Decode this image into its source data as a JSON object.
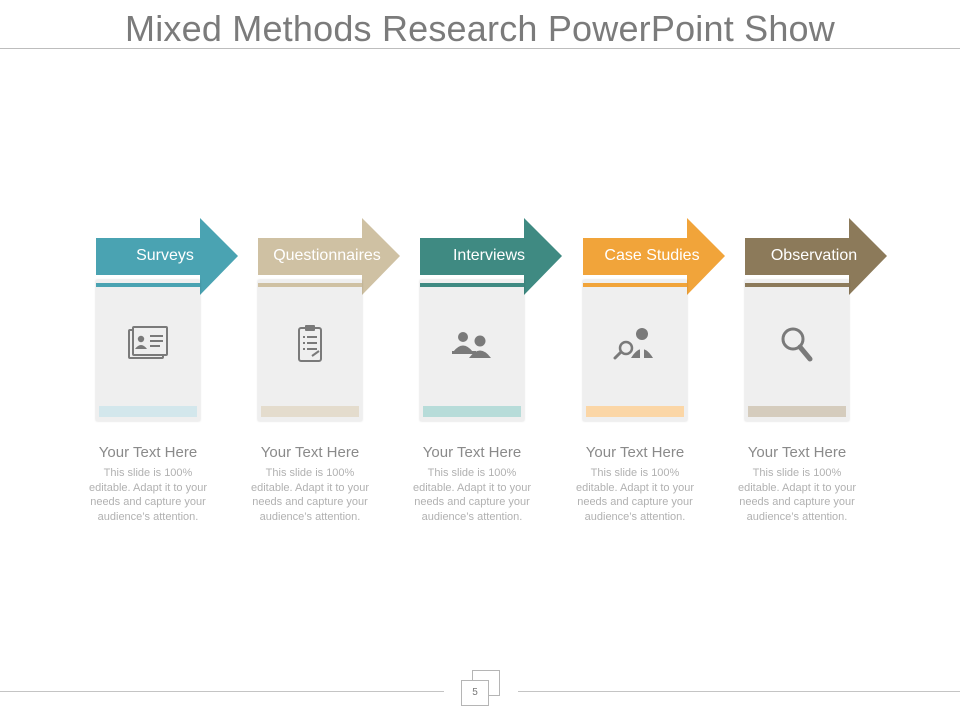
{
  "slide": {
    "title": "Mixed Methods Research PowerPoint Show",
    "page_number": "5"
  },
  "steps": [
    {
      "label": "Surveys",
      "icon": "id-card-icon",
      "color": "#4aa3b2",
      "stripe": "#4aa3b2",
      "footer": "#d3e7ec",
      "heading": "Your Text Here",
      "body": "This slide is 100% editable. Adapt it to your needs and capture your audience’s attention."
    },
    {
      "label": "Questionnaires",
      "icon": "clipboard-icon",
      "color": "#cfc1a3",
      "stripe": "#cfc1a3",
      "footer": "#e4dccd",
      "heading": "Your Text Here",
      "body": "This slide is 100% editable. Adapt it to your needs and capture your audience’s attention."
    },
    {
      "label": "Interviews",
      "icon": "interview-people-icon",
      "color": "#3f8a82",
      "stripe": "#3f8a82",
      "footer": "#b7dcd9",
      "heading": "Your Text Here",
      "body": "This slide is 100% editable. Adapt it to your needs and capture your audience’s attention."
    },
    {
      "label": "Case Studies",
      "icon": "person-magnifier-icon",
      "color": "#f1a43a",
      "stripe": "#f1a43a",
      "footer": "#fbd6a6",
      "heading": "Your Text Here",
      "body": "This slide is 100% editable. Adapt it to your needs and capture your audience’s attention."
    },
    {
      "label": "Observation",
      "icon": "magnifier-icon",
      "color": "#8c7a5a",
      "stripe": "#8c7a5a",
      "footer": "#d5ccbd",
      "heading": "Your Text Here",
      "body": "This slide is 100% editable. Adapt it to your needs and capture your audience’s attention."
    }
  ]
}
